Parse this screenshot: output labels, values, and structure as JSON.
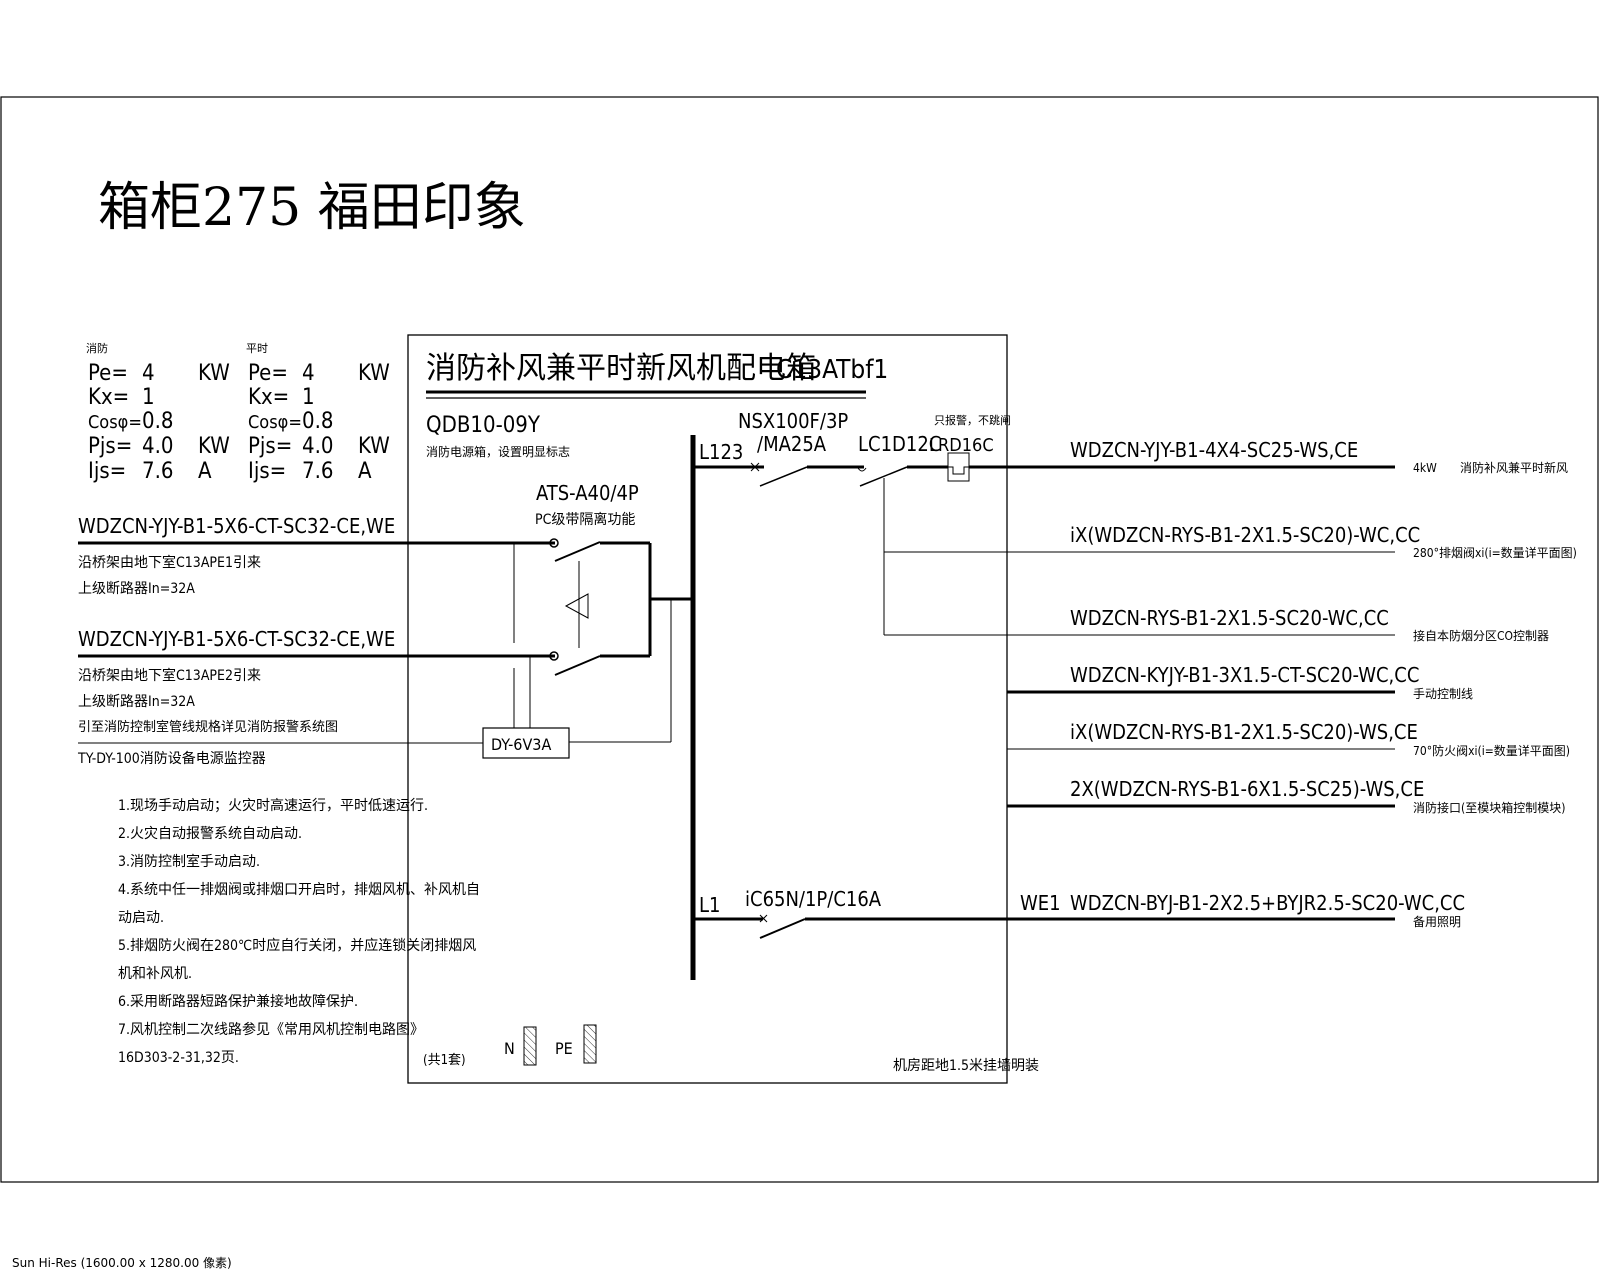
{
  "sheet_title": "箱柜275 福田印象",
  "status_bar": "Sun Hi-Res (1600.00 x 1280.00 像素)",
  "load_calc": {
    "fire": {
      "header": "消防",
      "pe_label": "Pe=",
      "pe_value": "4",
      "pe_unit": "KW",
      "kx_label": "Kx=",
      "kx_value": "1",
      "cos_label": "Cosφ=",
      "cos_value": "0.8",
      "pjs_label": "Pjs=",
      "pjs_value": "4.0",
      "pjs_unit": "KW",
      "ijs_label": "Ijs=",
      "ijs_value": "7.6",
      "ijs_unit": "A"
    },
    "normal": {
      "header": "平时",
      "pe_label": "Pe=",
      "pe_value": "4",
      "pe_unit": "KW",
      "kx_label": "Kx=",
      "kx_value": "1",
      "cos_label": "Cosφ=",
      "cos_value": "0.8",
      "pjs_label": "Pjs=",
      "pjs_value": "4.0",
      "pjs_unit": "KW",
      "ijs_label": "Ijs=",
      "ijs_value": "7.6",
      "ijs_unit": "A"
    }
  },
  "incoming": [
    {
      "cable": "WDZCN-YJY-B1-5X6-CT-SC32-CE,WE",
      "note1": "沿桥架由地下室C13APE1引来",
      "note2": "上级断路器In=32A"
    },
    {
      "cable": "WDZCN-YJY-B1-5X6-CT-SC32-CE,WE",
      "note1": "沿桥架由地下室C13APE2引来",
      "note2": "上级断路器In=32A"
    }
  ],
  "monitor_note": "引至消防控制室管线规格详见消防报警系统图",
  "monitor_device": "TY-DY-100消防设备电源监控器",
  "notes": [
    "1.现场手动启动；火灾时高速运行，平时低速运行.",
    "2.火灾自动报警系统自动启动.",
    "3.消防控制室手动启动.",
    "4.系统中任一排烟阀或排烟口开启时，排烟风机、补风机自",
    "动启动.",
    "5.排烟防火阀在280℃时应自行关闭，并应连锁关闭排烟风",
    "机和补风机.",
    "6.采用断路器短路保护兼接地故障保护.",
    "7.风机控制二次线路参见《常用风机控制电路图》",
    "16D303-2-31,32页."
  ],
  "panel": {
    "name": "消防补风兼平时新风机配电箱",
    "code": "C13ATbf1",
    "model": "QDB10-09Y",
    "model_note": "消防电源箱，设置明显标志",
    "ats_label": "ATS-A40/4P",
    "ats_note": "PC级带隔离功能",
    "monitor_module": "DY-6V3A",
    "bus_main": "L123",
    "bus_l1": "L1",
    "breaker_main": "NSX100F/3P",
    "breaker_main_trip": "/MA25A",
    "contactor": "LC1D12C",
    "thermal_relay": "LRD16C",
    "thermal_note": "只报警，不跳闸",
    "breaker_l1": "iC65N/1P/C16A",
    "quantity": "(共1套)",
    "n_label": "N",
    "pe_label": "PE",
    "install_note": "机房距地1.5米挂墙明装"
  },
  "outgoing": [
    {
      "circuit": "",
      "cable": "WDZCN-YJY-B1-4X4-SC25-WS,CE",
      "load": "4kW",
      "desc": "消防补风兼平时新风"
    },
    {
      "circuit": "",
      "cable": "iX(WDZCN-RYS-B1-2X1.5-SC20)-WC,CC",
      "load": "",
      "desc": "280°排烟阀xi(i=数量详平面图)"
    },
    {
      "circuit": "",
      "cable": "WDZCN-RYS-B1-2X1.5-SC20-WC,CC",
      "load": "",
      "desc": "接自本防烟分区CO控制器"
    },
    {
      "circuit": "",
      "cable": "WDZCN-KYJY-B1-3X1.5-CT-SC20-WC,CC",
      "load": "",
      "desc": "手动控制线"
    },
    {
      "circuit": "",
      "cable": "iX(WDZCN-RYS-B1-2X1.5-SC20)-WS,CE",
      "load": "",
      "desc": "70°防火阀xi(i=数量详平面图)"
    },
    {
      "circuit": "",
      "cable": "2X(WDZCN-RYS-B1-6X1.5-SC25)-WS,CE",
      "load": "",
      "desc": "消防接口(至模块箱控制模块)"
    },
    {
      "circuit": "WE1",
      "cable": "WDZCN-BYJ-B1-2X2.5+BYJR2.5-SC20-WC,CC",
      "load": "",
      "desc": "备用照明"
    }
  ]
}
